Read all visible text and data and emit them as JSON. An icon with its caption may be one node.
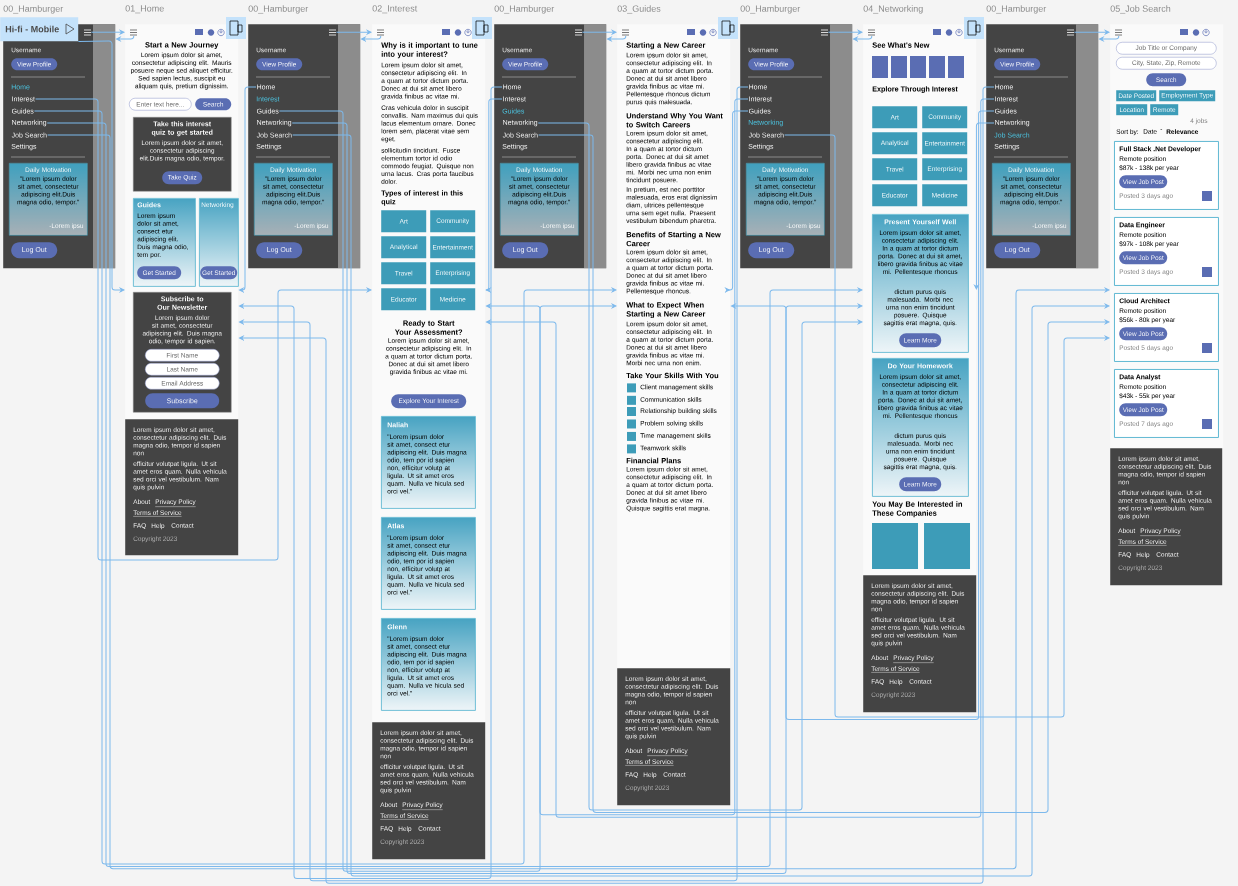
{
  "diagram": {
    "nodes": [
      {
        "text": [
          "Hi-fi - Mobile"
        ]
      },
      {
        "text": [
          "00_Hamburger"
        ]
      },
      {
        "text": [],
        "shape": "picture",
        "in": 1
      },
      {
        "text": [
          "View Profile"
        ],
        "in": 1
      },
      {
        "text": [
          "Interest"
        ],
        "in": 1
      },
      {
        "text": [
          "Guides"
        ],
        "in": 1
      },
      {
        "text": [
          "Networking"
        ],
        "in": 1
      },
      {
        "text": [
          "Job Search"
        ],
        "in": 1
      },
      {
        "text": [
          "Daily Motivation",
          "\"Lorem ipsum dolor sit amet, consectetur adipiscing elit.Duis magna odio, tempor.\"",
          "-Lorem ipsu"
        ],
        "in": 1
      },
      {
        "text": [
          "Log Out"
        ],
        "in": 1
      },
      {
        "text": [
          "01_Home"
        ]
      },
      {
        "text": [],
        "shape": "picture",
        "in": 10
      },
      {
        "text": [
          "Enter text here..."
        ],
        "in": 10
      },
      {
        "text": [
          "Search"
        ],
        "in": 10
      },
      {
        "text": [
          "Take this interest quiz to get started",
          "Lorem ipsum dolor sit amet, consectetur adipiscing elit.Duis magna odio, tempor."
        ],
        "in": 10
      },
      {
        "text": [
          "Take Quiz"
        ],
        "in": 14
      },
      {
        "text": [
          "Guides",
          "Lorem ipsum dolor sit amet, consect etur adipiscing elit. Duis magna odio, tem por."
        ],
        "in": 10
      },
      {
        "text": [
          "Get Started"
        ],
        "in": 16
      },
      {
        "text": [
          "Networking"
        ],
        "in": 10
      },
      {
        "text": [
          "Get Started"
        ],
        "in": 18
      },
      {
        "text": [
          "Subscribe to Our Newsletter",
          "Lorem ipsum dolor sit amet, consectetur adipiscing elit. Duis magna odio, tempor id sapien."
        ],
        "in": 10
      },
      {
        "text": [
          "First Name"
        ],
        "in": 20
      },
      {
        "text": [
          "Last Name"
        ],
        "in": 20
      },
      {
        "text": [
          "Email Address"
        ],
        "in": 20
      },
      {
        "text": [
          "Subscribe"
        ],
        "in": 20
      },
      {
        "text": [
          "Lorem ipsum dolor sit amet, consectetur adipiscing elit. Duis magna odio, tempor id sapien non",
          "efficitur volutpat ligula. Ut sit amet eros quam. Nulla vehicula sed orci vel vestibulum. Nam quis pulvin",
          "About",
          "Privacy Policy",
          "Terms of Service",
          "FAQ",
          "Help",
          "Contact",
          "Copyright 2023"
        ],
        "in": 10
      },
      {
        "text": [
          "00_Hamburger"
        ]
      },
      {
        "text": [],
        "shape": "picture",
        "in": 26
      },
      {
        "text": [
          "View Profile"
        ],
        "in": 26
      },
      {
        "text": [
          "Home"
        ],
        "in": 26
      },
      {
        "text": [
          "Guides"
        ],
        "in": 26
      },
      {
        "text": [
          "Networking"
        ],
        "in": 26
      },
      {
        "text": [
          "Job Search"
        ],
        "in": 26
      },
      {
        "text": [
          "Daily Motivation",
          "\"Lorem ipsum dolor sit amet, consectetur adipiscing elit.Duis magna odio, tempor.\"",
          "-Lorem ipsu"
        ],
        "in": 26
      },
      {
        "text": [
          "Log Out"
        ],
        "in": 26
      },
      {
        "text": [
          "02_Interest"
        ]
      },
      {
        "text": [],
        "shape": "picture",
        "in": 35
      },
      {
        "text": [
          "Art"
        ],
        "in": 35
      },
      {
        "text": [
          "Community"
        ],
        "in": 35
      },
      {
        "text": [
          "Analytical"
        ],
        "in": 35
      },
      {
        "text": [
          "Entertainment"
        ],
        "in": 35
      },
      {
        "text": [
          "Travel"
        ],
        "in": 35
      },
      {
        "text": [
          "Enterprising"
        ],
        "in": 35
      },
      {
        "text": [
          "Educator"
        ],
        "in": 35
      },
      {
        "text": [
          "Medicine"
        ],
        "in": 35
      },
      {
        "text": [
          "Explore Your Interest"
        ],
        "in": 35
      },
      {
        "text": [
          "Naliah",
          "\"Lorem ipsum dolor sit amet, consect etur adipiscing elit. Duis magna odio, tem por id sapien non, efficitur volutp at ligula. Ut sit amet eros quam. Nulla ve hicula sed orci vel.\""
        ],
        "in": 35
      },
      {
        "text": [
          "Atlas",
          "\"Lorem ipsum dolor sit amet, consect etur adipiscing elit. Duis magna odio, tem por id sapien non, efficitur volutp at ligula. Ut sit amet eros quam. Nulla ve hicula sed orci vel.\""
        ],
        "in": 35
      },
      {
        "text": [
          "Glenn",
          "\"Lorem ipsum dolor sit amet, consect etur adipiscing elit. Duis magna odio, tem por id sapien non, efficitur volutp at ligula. Ut sit amet eros quam. Nulla ve hicula sed orci vel.\""
        ],
        "in": 35
      },
      {
        "text": [
          "Lorem ipsum dolor sit amet, consectetur adipiscing elit. Duis magna odio, tempor id sapien non",
          "efficitur volutpat ligula. Ut sit amet eros quam. Nulla vehicula sed orci vel vestibulum. Nam quis pulvin",
          "About",
          "Privacy Policy",
          "Terms of Service",
          "FAQ",
          "Help",
          "Contact",
          "Copyright 2023"
        ],
        "in": 35
      },
      {
        "text": [
          "00_Hamburger"
        ]
      },
      {
        "text": [],
        "shape": "picture",
        "in": 50
      },
      {
        "text": [
          "View Profile"
        ],
        "in": 50
      },
      {
        "text": [
          "Home"
        ],
        "in": 50
      },
      {
        "text": [
          "Interest"
        ],
        "in": 50
      },
      {
        "text": [
          "Networking"
        ],
        "in": 50
      },
      {
        "text": [
          "Job Search"
        ],
        "in": 50
      },
      {
        "text": [
          "Daily Motivation",
          "\"Lorem ipsum dolor sit amet, consectetur adipiscing elit.Duis magna odio, tempor.\"",
          "-Lorem ipsu"
        ],
        "in": 50
      },
      {
        "text": [
          "Log Out"
        ],
        "in": 50
      },
      {
        "text": [
          "03_Guides"
        ]
      },
      {
        "text": [],
        "shape": "picture",
        "in": 59
      },
      {
        "text": [
          "Lorem ipsum dolor sit amet, consectetur adipiscing elit. Duis magna odio, tempor id sapien non",
          "efficitur volutpat ligula. Ut sit amet eros quam. Nulla vehicula sed orci vel vestibulum. Nam quis pulvin",
          "About",
          "Privacy Policy",
          "Terms of Service",
          "FAQ",
          "Help",
          "Contact",
          "Copyright 2023"
        ],
        "in": 59
      },
      {
        "text": [
          "00_Hamburger"
        ]
      },
      {
        "text": [],
        "shape": "picture",
        "in": 62
      },
      {
        "text": [
          "View Profile"
        ],
        "in": 62
      },
      {
        "text": [
          "Home"
        ],
        "in": 62
      },
      {
        "text": [
          "Interest"
        ],
        "in": 62
      },
      {
        "text": [
          "Guides"
        ],
        "in": 62
      },
      {
        "text": [
          "Job Search"
        ],
        "in": 62
      },
      {
        "text": [
          "Daily Motivation",
          "\"Lorem ipsum dolor sit amet, consectetur adipiscing elit.Duis magna odio, tempor.\"",
          "-Lorem ipsu"
        ],
        "in": 62
      },
      {
        "text": [
          "Log Out"
        ],
        "in": 62
      },
      {
        "text": [
          "04_Networking"
        ]
      },
      {
        "text": [],
        "shape": "picture",
        "in": 71
      },
      {
        "text": [
          "Art"
        ],
        "in": 71
      },
      {
        "text": [
          "Community"
        ],
        "in": 71
      },
      {
        "text": [
          "Analytical"
        ],
        "in": 71
      },
      {
        "text": [
          "Entertainment"
        ],
        "in": 71
      },
      {
        "text": [
          "Travel"
        ],
        "in": 71
      },
      {
        "text": [
          "Enterprising"
        ],
        "in": 71
      },
      {
        "text": [
          "Educator"
        ],
        "in": 71
      },
      {
        "text": [
          "Medicine"
        ],
        "in": 71
      },
      {
        "text": [
          "Present Yourself Well",
          "Lorem ipsum dolor sit amet, consectetur adipiscing elit. In a quam at tortor dictum porta. Donec at dui sit amet, libero gravida finibus ac vitae mi. Pellentesque rhoncus",
          "dictum purus quis malesuada. Morbi nec urna non enim tincidunt posuere. Quisque sagittis erat magna, quis."
        ],
        "in": 71
      },
      {
        "text": [
          "Learn More"
        ],
        "in": 81
      },
      {
        "text": [
          "Do Your Homework",
          "Lorem ipsum dolor sit amet, consectetur adipiscing elit. In a quam at tortor dictum porta. Donec at dui sit amet, libero gravida finibus ac vitae mi. Pellentesque rhoncus",
          "dictum purus quis malesuada. Morbi nec urna non enim tincidunt posuere. Quisque sagittis erat magna, quis."
        ],
        "in": 71
      },
      {
        "text": [
          "Learn More"
        ],
        "in": 83
      },
      {
        "text": [
          "Lorem ipsum dolor sit amet, consectetur adipiscing elit. Duis magna odio, tempor id sapien non",
          "efficitur volutpat ligula. Ut sit amet eros quam. Nulla vehicula sed orci vel vestibulum. Nam quis pulvin",
          "About",
          "Privacy Policy",
          "Terms of Service",
          "FAQ",
          "Help",
          "Contact",
          "Copyright 2023"
        ],
        "in": 71
      },
      {
        "text": [
          "00_Hamburger"
        ]
      },
      {
        "text": [],
        "shape": "picture",
        "in": 86
      },
      {
        "text": [
          "View Profile"
        ],
        "in": 86
      },
      {
        "text": [
          "Home"
        ],
        "in": 86
      },
      {
        "text": [
          "Interest"
        ],
        "in": 86
      },
      {
        "text": [
          "Guides"
        ],
        "in": 86
      },
      {
        "text": [
          "Networking"
        ],
        "in": 86
      },
      {
        "text": [
          "Daily Motivation",
          "\"Lorem ipsum dolor sit amet, consectetur adipiscing elit.Duis magna odio, tempor.\"",
          "-Lorem ipsu"
        ],
        "in": 86
      },
      {
        "text": [
          "Log Out"
        ],
        "in": 86
      },
      {
        "text": [
          "05_Job Search"
        ]
      },
      {
        "text": [],
        "shape": "picture",
        "in": 95
      },
      {
        "text": [
          "Job Title or Company"
        ],
        "in": 95
      },
      {
        "text": [
          "City, State, Zip, Remote"
        ],
        "in": 95
      },
      {
        "text": [
          "Search"
        ],
        "in": 95
      },
      {
        "text": [
          "Date Posted"
        ],
        "in": 95
      },
      {
        "text": [
          "Employment Type"
        ],
        "in": 95
      },
      {
        "text": [
          "Location"
        ],
        "in": 95
      },
      {
        "text": [
          "Remote"
        ],
        "in": 95
      },
      {
        "text": [
          "Full Stack .Net Developer",
          "Remote position",
          "$87k - 138k per year",
          "Posted 3 days ago"
        ],
        "in": 95
      },
      {
        "text": [
          "View Job Post"
        ],
        "in": 104
      },
      {
        "text": [
          "Data Engineer",
          "Remote position",
          "$97k - 108k per year",
          "Posted 3 days ago"
        ],
        "in": 95
      },
      {
        "text": [
          "View Job Post"
        ],
        "in": 106
      },
      {
        "text": [
          "Cloud Architect",
          "Remote position",
          "$56k - 80k per year",
          "Posted 5 days ago"
        ],
        "in": 95
      },
      {
        "text": [
          "View Job Post"
        ],
        "in": 108
      },
      {
        "text": [
          "Data Analyst",
          "Remote position",
          "$43k - 55k per year",
          "Posted 7 days ago"
        ],
        "in": 95
      },
      {
        "text": [
          "View Job Post"
        ],
        "in": 110
      },
      {
        "text": [
          "Lorem ipsum dolor sit amet, consectetur adipiscing elit. Duis magna odio, tempor id sapien non",
          "efficitur volutpat ligula. Ut sit amet eros quam. Nulla vehicula sed orci vel vestibulum. Nam quis pulvin",
          "About",
          "Privacy Policy",
          "Terms of Service",
          "FAQ",
          "Help",
          "Contact",
          "Copyright 2023"
        ],
        "in": 95
      }
    ],
    "edges": [
      {
        "from": 0,
        "to": 10,
        "arrow": "to"
      },
      {
        "from": 2,
        "to": 10,
        "arrow": "to"
      },
      {
        "from": 11,
        "to": 1,
        "arrow": "to"
      },
      {
        "from": 4,
        "to": 35,
        "arrow": "to"
      },
      {
        "from": 5,
        "to": 59,
        "arrow": "to"
      },
      {
        "from": 6,
        "to": 71,
        "arrow": "to"
      },
      {
        "from": 7,
        "to": 95,
        "arrow": "to"
      },
      {
        "from": 27,
        "to": 35,
        "arrow": "to"
      },
      {
        "from": 36,
        "to": 26,
        "arrow": "to"
      },
      {
        "from": 29,
        "to": 10,
        "arrow": "to"
      },
      {
        "from": 30,
        "to": 59,
        "arrow": "to"
      },
      {
        "from": 31,
        "to": 71,
        "arrow": "to"
      },
      {
        "from": 32,
        "to": 95,
        "arrow": "to"
      },
      {
        "from": 51,
        "to": 59,
        "arrow": "to"
      },
      {
        "from": 60,
        "to": 50,
        "arrow": "to"
      },
      {
        "from": 53,
        "to": 10,
        "arrow": "to"
      },
      {
        "from": 54,
        "to": 35,
        "arrow": "to"
      },
      {
        "from": 55,
        "to": 71,
        "arrow": "to"
      },
      {
        "from": 56,
        "to": 95,
        "arrow": "to"
      },
      {
        "from": 63,
        "to": 71,
        "arrow": "to"
      },
      {
        "from": 72,
        "to": 62,
        "arrow": "to"
      },
      {
        "from": 65,
        "to": 10,
        "arrow": "to"
      },
      {
        "from": 66,
        "to": 35,
        "arrow": "to"
      },
      {
        "from": 67,
        "to": 59,
        "arrow": "to"
      },
      {
        "from": 68,
        "to": 95,
        "arrow": "to"
      },
      {
        "from": 87,
        "to": 95,
        "arrow": "to"
      },
      {
        "from": 96,
        "to": 86,
        "arrow": "to"
      },
      {
        "from": 89,
        "to": 10,
        "arrow": "to"
      },
      {
        "from": 90,
        "to": 35,
        "arrow": "to"
      },
      {
        "from": 91,
        "to": 59,
        "arrow": "to"
      },
      {
        "from": 92,
        "to": 71,
        "arrow": "to"
      }
    ],
    "labels": [
      "Username",
      "Home",
      "Settings",
      "Start a New Journey",
      "Lorem ipsum dolor sit amet, consectetur adipiscing elit. Mauris posuere neque sed aliquet efficitur. Sed sapien lectus, suscipit eu aliquam quis, pretium dignissim.",
      "Username",
      "Interest",
      "Settings",
      "Why is it important to tune into your interest?",
      "Lorem ipsum dolor sit amet, consectetur adipiscing elit. In a quam at tortor dictum porta. Donec at dui sit amet libero gravida finibus ac vitae mi.",
      "Cras vehicula dolor in suscipit convallis. Nam maximus dui quis lacus elementum ornare. Donec lorem sem, placerat vitae sem eget.",
      "sollicitudin tincidunt. Fusce elementum tortor id odio commodo feugiat. Quisque non urna lacus. Cras porta faucibus dolor.",
      "Types of interest in this quiz",
      "Ready to Start Your Assessment?",
      "Lorem ipsum dolor sit amet, consectetur adipiscing elit. In a quam at tortor dictum porta. Donec at dui sit amet libero gravida finibus ac vitae mi.",
      "Username",
      "Guides",
      "Settings",
      "Starting a New Career",
      "Lorem ipsum dolor sit amet, consectetur adipiscing elit. In a quam at tortor dictum porta. Donec at dui sit amet libero gravida finibus ac vitae mi. Pellentesque rhoncus dictum purus quis malesuada.",
      "Understand Why You Want to Switch Careers",
      "Lorem ipsum dolor sit amet, consectetur adipiscing elit. In a quam at tortor dictum porta. Donec at dui sit amet libero gravida finibus ac vitae mi. Morbi nec urna non enim tincidunt posuere.",
      "In pretium, est nec porttitor malesuada, eros erat dignissim diam, ultrices pellentesque urna sem eget nulla. Praesent vestibulum bibendum pharetra.",
      "Benefits of Starting a New Career",
      "Lorem ipsum dolor sit amet, consectetur adipiscing elit. In a quam at tortor dictum porta. Donec at dui sit amet libero gravida finibus ac vitae mi. Pellentesque rhoncus.",
      "What to Expect When Starting a New Career",
      "Lorem ipsum dolor sit amet, consectetur adipiscing elit. In a quam at tortor dictum porta. Donec at dui sit amet libero gravida finibus ac vitae mi. Morbi nec urna non enim.",
      "Take Your Skills With You",
      "Client management skills",
      "Communication skills",
      "Relationship building skills",
      "Problem solving skills",
      "Time management skills",
      "Teamwork skills",
      "Financial Plans",
      "Lorem ipsum dolor sit amet, consectetur adipiscing elit. In a quam at tortor dictum porta. Donec at dui sit amet libero gravida finibus ac vitae mi. Quisque sagittis erat magna.",
      "Username",
      "Networking",
      "Settings",
      "See What's New",
      "Explore Through Interest",
      "You May Be Interested in These Companies",
      "Username",
      "Job Search",
      "Settings",
      "4 jobs",
      "Sort by:",
      "Date",
      "-",
      "Relevance"
    ]
  }
}
